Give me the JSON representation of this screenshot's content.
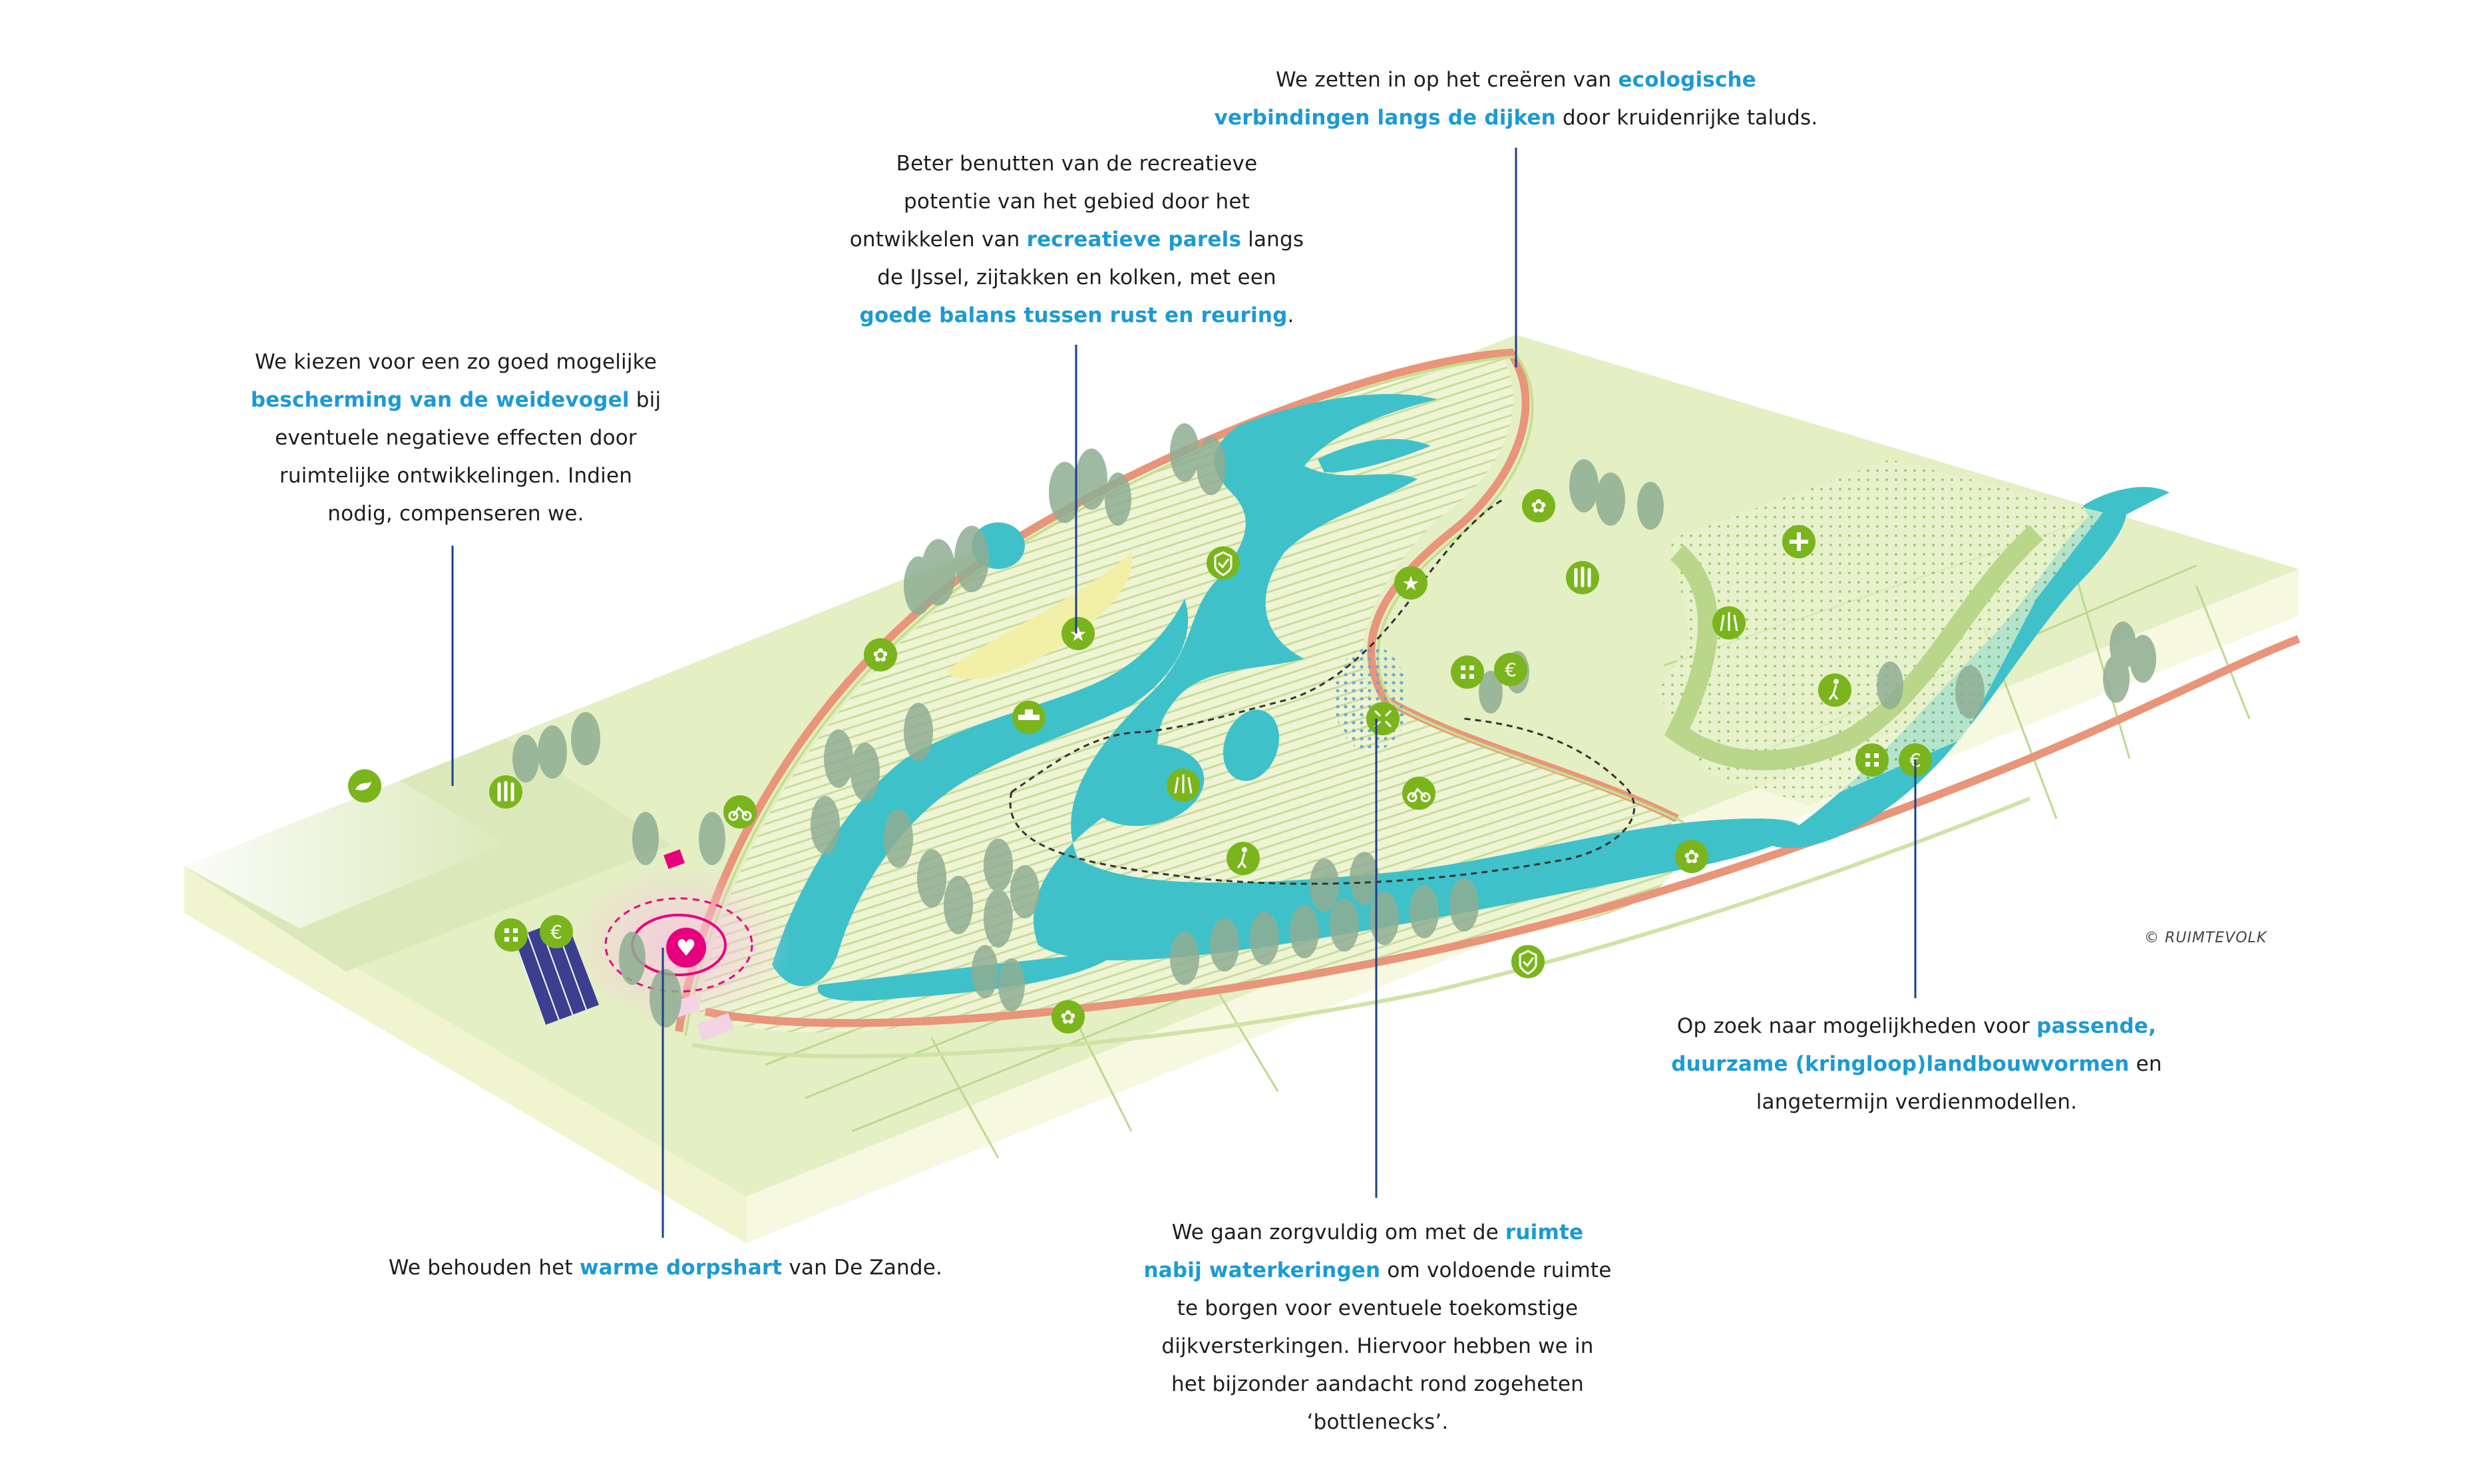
{
  "callouts": {
    "ecology": [
      [
        "We zetten in op het creëren van ",
        {
          "hl": "ecologische"
        }
      ],
      [
        {
          "hl": "verbindingen langs de dijken"
        },
        " door kruidenrijke taluds."
      ]
    ],
    "recreation": [
      [
        "Beter benutten van de recreatieve"
      ],
      [
        "potentie van het gebied door het"
      ],
      [
        "ontwikkelen van ",
        {
          "hl": "recreatieve parels"
        },
        " langs"
      ],
      [
        "de IJssel, zijtakken en kolken, met een"
      ],
      [
        {
          "hl": "goede balans tussen rust en reuring"
        },
        "."
      ]
    ],
    "meadowbird": [
      [
        "We kiezen voor een zo goed mogelijke"
      ],
      [
        {
          "hl": "bescherming van de weidevogel"
        },
        " bij"
      ],
      [
        "eventuele negatieve effecten door"
      ],
      [
        "ruimtelijke ontwikkelingen. Indien"
      ],
      [
        "nodig, compenseren  we."
      ]
    ],
    "village": [
      [
        "We behouden het ",
        {
          "hl": "warme dorpshart"
        },
        " van De Zande."
      ]
    ],
    "dikes": [
      [
        "We gaan zorgvuldig om met de ",
        {
          "hl": "ruimte"
        }
      ],
      [
        {
          "hl": "nabij waterkeringen"
        },
        " om voldoende ruimte"
      ],
      [
        "te borgen voor eventuele toekomstige"
      ],
      [
        "dijkversterkingen. Hiervoor hebben we in"
      ],
      [
        "het bijzonder aandacht rond zogeheten"
      ],
      [
        "‘bottlenecks’."
      ]
    ],
    "farming": [
      [
        "Op zoek naar mogelijkheden voor ",
        {
          "hl": "passende,"
        }
      ],
      [
        {
          "hl": "duurzame (kringloop)landbouwvormen"
        },
        " en"
      ],
      [
        "langetermijn verdienmodellen."
      ]
    ]
  },
  "copyright": "© RUIMTEVOLK",
  "colors": {
    "highlight": "#1b9ad6",
    "water": "#3fc1c9",
    "badge": "#7ab51d",
    "heart": "#e6007e",
    "dike": "#e8957a",
    "land": "#e4efc4",
    "leader": "#1d3f86"
  },
  "icons": [
    "shield-check-icon",
    "butterfly-icon",
    "star-icon",
    "ferry-icon",
    "grass-icon",
    "hiker-icon",
    "cyclist-icon",
    "arrows-inward-icon",
    "crops-icon",
    "bird-icon",
    "cross-icon",
    "euro-icon",
    "plus-icon",
    "walker-icon",
    "heart-icon"
  ]
}
